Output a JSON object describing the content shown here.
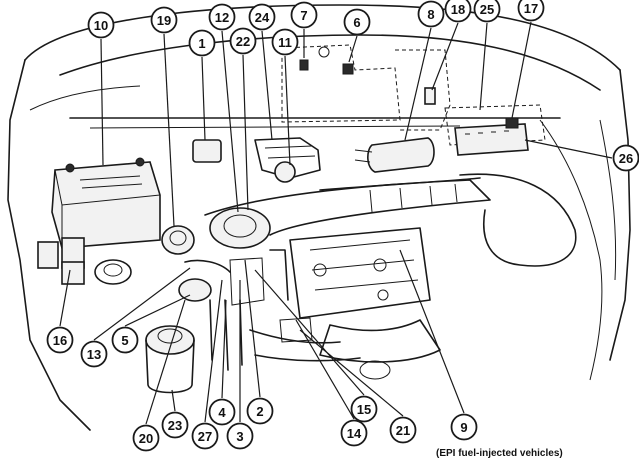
{
  "diagram": {
    "caption": "(EPI fuel-injected vehicles)",
    "callouts": [
      "10",
      "19",
      "12",
      "24",
      "7",
      "6",
      "8",
      "18",
      "25",
      "17",
      "1",
      "22",
      "11",
      "26",
      "16",
      "13",
      "5",
      "20",
      "23",
      "27",
      "4",
      "3",
      "2",
      "14",
      "15",
      "21",
      "9"
    ]
  }
}
